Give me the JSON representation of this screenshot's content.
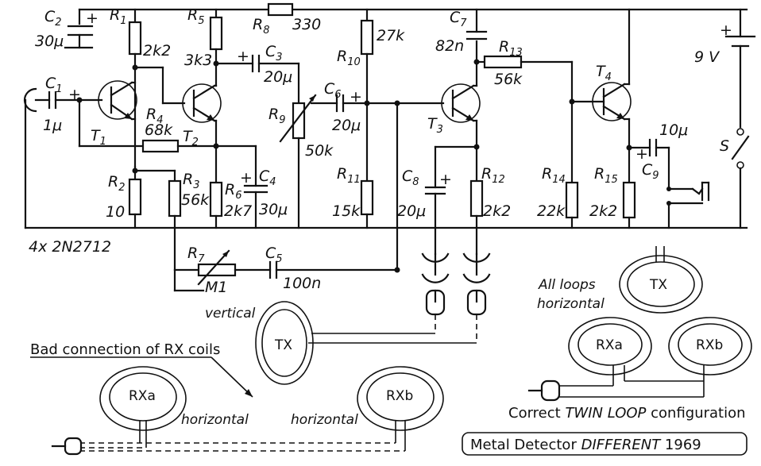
{
  "title": {
    "main": "Metal Detector",
    "em": "DIFFERENT",
    "year": "1969"
  },
  "transistor_note": "4x 2N2712",
  "components": {
    "C1": {
      "name": "C",
      "sub": "1",
      "value": "1μ"
    },
    "C2": {
      "name": "C",
      "sub": "2",
      "value": "30μ"
    },
    "C3": {
      "name": "C",
      "sub": "3",
      "value": "20μ"
    },
    "C4": {
      "name": "C",
      "sub": "4",
      "value": "30μ"
    },
    "C5": {
      "name": "C",
      "sub": "5",
      "value": "100n"
    },
    "C6": {
      "name": "C",
      "sub": "6",
      "value": "20μ"
    },
    "C7": {
      "name": "C",
      "sub": "7",
      "value": "82n"
    },
    "C8": {
      "name": "C",
      "sub": "8",
      "value": "20μ"
    },
    "C9": {
      "name": "C",
      "sub": "9",
      "value": "10μ"
    },
    "R1": {
      "name": "R",
      "sub": "1",
      "value": "2k2"
    },
    "R2": {
      "name": "R",
      "sub": "2",
      "value": "10"
    },
    "R3": {
      "name": "R",
      "sub": "3",
      "value": "56k"
    },
    "R4": {
      "name": "R",
      "sub": "4",
      "value": "68k"
    },
    "R5": {
      "name": "R",
      "sub": "5",
      "value": "3k3"
    },
    "R6": {
      "name": "R",
      "sub": "6",
      "value": "2k7"
    },
    "R7": {
      "name": "R",
      "sub": "7",
      "value": "M1"
    },
    "R8": {
      "name": "R",
      "sub": "8",
      "value": "330"
    },
    "R9": {
      "name": "R",
      "sub": "9",
      "value": "50k"
    },
    "R10": {
      "name": "R",
      "sub": "10",
      "value": "27k"
    },
    "R11": {
      "name": "R",
      "sub": "11",
      "value": "15k"
    },
    "R12": {
      "name": "R",
      "sub": "12",
      "value": "2k2"
    },
    "R13": {
      "name": "R",
      "sub": "13",
      "value": "56k"
    },
    "R14": {
      "name": "R",
      "sub": "14",
      "value": "22k"
    },
    "R15": {
      "name": "R",
      "sub": "15",
      "value": "2k2"
    },
    "T1": {
      "name": "T",
      "sub": "1"
    },
    "T2": {
      "name": "T",
      "sub": "2"
    },
    "T3": {
      "name": "T",
      "sub": "3"
    },
    "T4": {
      "name": "T",
      "sub": "4"
    },
    "battery": "9 V",
    "switch": "S"
  },
  "notes": {
    "vertical": "vertical",
    "bad_connection": "Bad connection of RX coils",
    "horizontal": "horizontal",
    "all_loops_line1": "All loops",
    "all_loops_line2": "horizontal",
    "correct_prefix": "Correct",
    "correct_em": "TWIN  LOOP",
    "correct_suffix": "configuration"
  },
  "coils": {
    "tx": "TX",
    "rxa": "RXa",
    "rxb": "RXb"
  },
  "plus": "+",
  "minus": "−"
}
